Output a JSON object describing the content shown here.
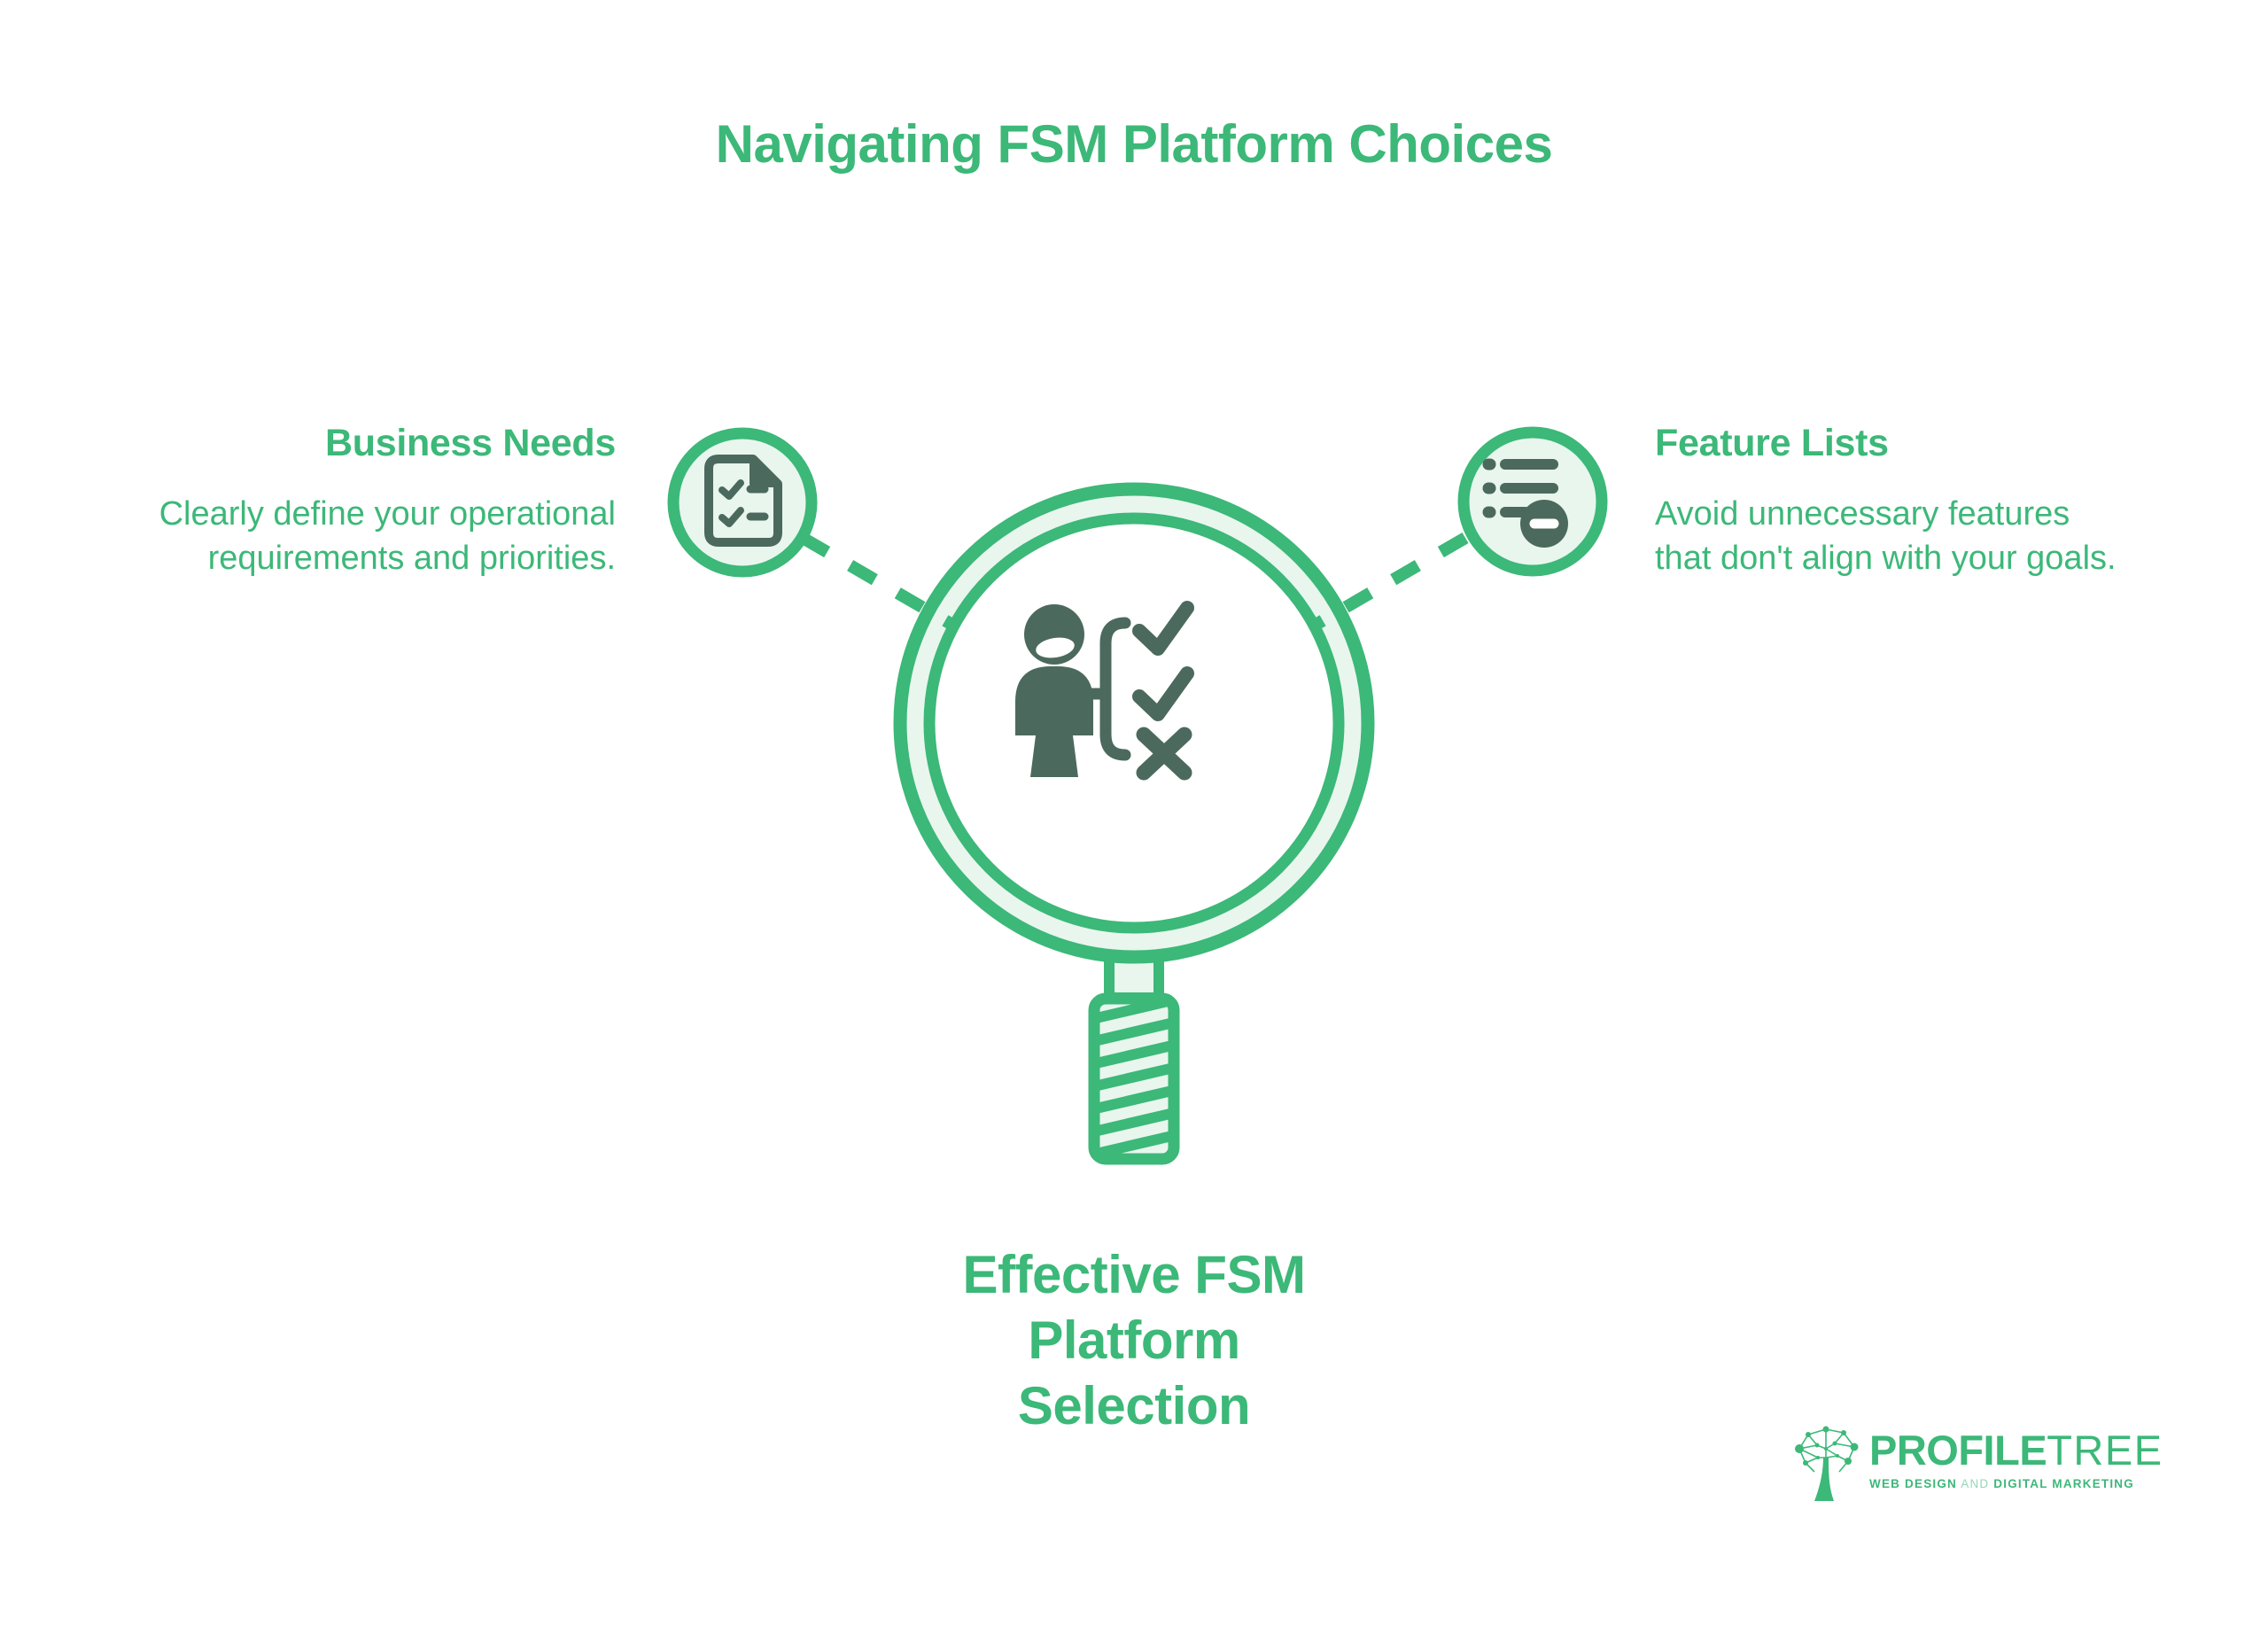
{
  "title": "Navigating FSM Platform Choices",
  "colors": {
    "accent_green": "#3cb878",
    "dark_green": "#4c695d",
    "mint": "#e8f6ee",
    "background": "#ffffff"
  },
  "left_item": {
    "heading": "Business Needs",
    "line1": "Clearly define your operational",
    "line2": "requirements and priorities.",
    "icon": "checklist-document-icon"
  },
  "right_item": {
    "heading": "Feature Lists",
    "line1": "Avoid unnecessary features",
    "line2": "that don't align with your goals.",
    "icon": "feature-list-minus-icon"
  },
  "center_caption": {
    "line1": "Effective FSM",
    "line2": "Platform",
    "line3": "Selection",
    "icon": "magnifier-person-choices-icon"
  },
  "logo": {
    "brand_bold": "PROFILE",
    "brand_light": "TREE",
    "tagline_part1": "WEB DESIGN",
    "tagline_and": "AND",
    "tagline_part2": "DIGITAL MARKETING"
  }
}
